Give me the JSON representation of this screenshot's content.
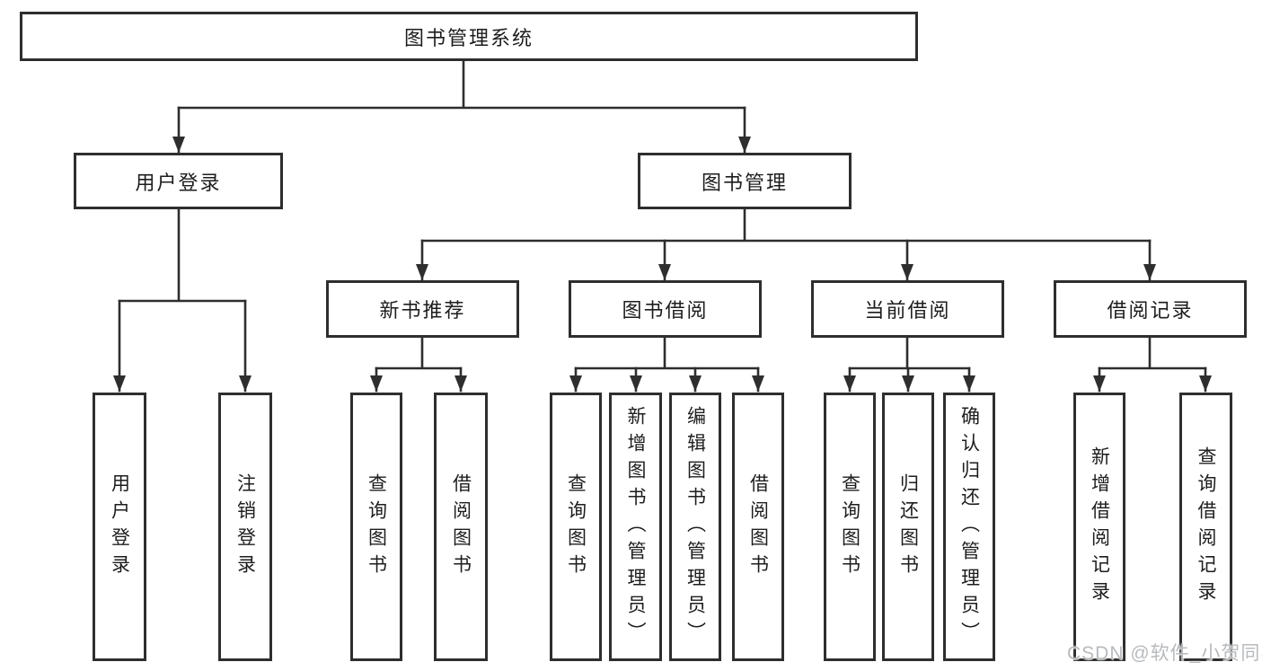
{
  "diagram": {
    "title": "图书管理系统",
    "watermark": "CSDN @软件_小贺同学",
    "colors": {
      "line": "#2e2e2e",
      "text": "#1d1d1f",
      "background": "#ffffff",
      "watermark": "#b7babd"
    },
    "tree": {
      "root": {
        "label": "图书管理系统",
        "children": [
          {
            "label": "用户登录",
            "children": [
              {
                "label": "用户登录"
              },
              {
                "label": "注销登录"
              }
            ]
          },
          {
            "label": "图书管理",
            "children": [
              {
                "label": "新书推荐",
                "children": [
                  {
                    "label": "查询图书"
                  },
                  {
                    "label": "借阅图书"
                  }
                ]
              },
              {
                "label": "图书借阅",
                "children": [
                  {
                    "label": "查询图书"
                  },
                  {
                    "label": "新增图书（管理员）"
                  },
                  {
                    "label": "编辑图书（管理员）"
                  },
                  {
                    "label": "借阅图书"
                  }
                ]
              },
              {
                "label": "当前借阅",
                "children": [
                  {
                    "label": "查询图书"
                  },
                  {
                    "label": "归还图书"
                  },
                  {
                    "label": "确认归还（管理员）"
                  }
                ]
              },
              {
                "label": "借阅记录",
                "children": [
                  {
                    "label": "新增借阅记录"
                  },
                  {
                    "label": "查询借阅记录"
                  }
                ]
              }
            ]
          }
        ]
      }
    }
  }
}
